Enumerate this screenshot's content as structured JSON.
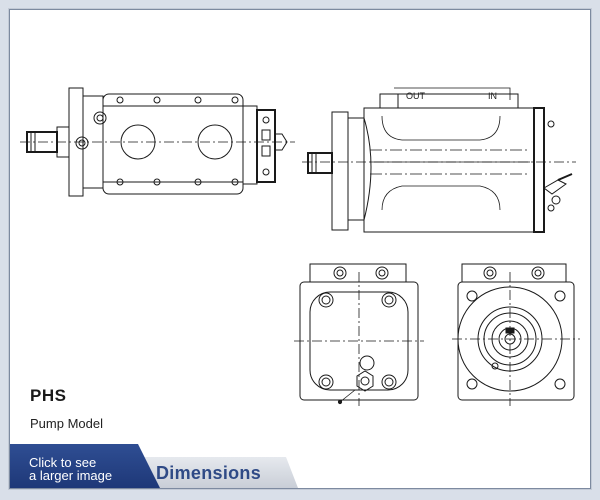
{
  "product": {
    "model": "PHS",
    "subtitle": "Pump Model"
  },
  "drawing": {
    "port_out": "OUT",
    "port_in": "IN"
  },
  "actions": {
    "larger_image_line1": "Click to see",
    "larger_image_line2": "a larger image",
    "dimensions_tab": "Dimensions"
  },
  "colors": {
    "button_blue": "#24407f",
    "tab_text": "#2f4a86",
    "line": "#1a1a1a"
  }
}
